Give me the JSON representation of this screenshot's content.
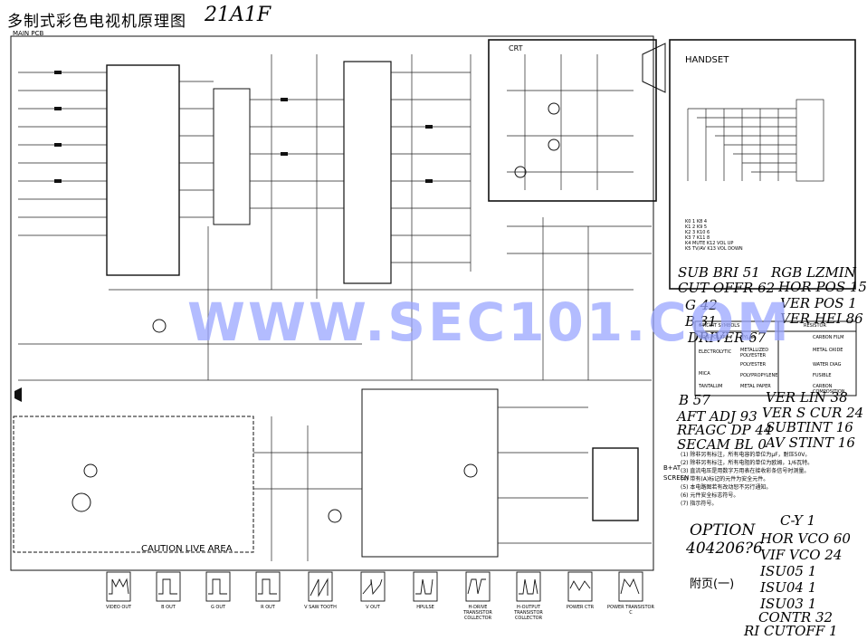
{
  "title": "多制式彩色电视机原理图",
  "model": "21A1F",
  "watermark": "WWW.SEC101.COM",
  "sections": {
    "main_pcb": "MAIN PCB",
    "crt": "CRT",
    "handset": "HANDSET",
    "caution": "CAUTION LIVE AREA",
    "appendix": "附页(一)"
  },
  "handwritten_settings_right": [
    "SUB BRI 51",
    "CUT OFFR 62",
    "G 42",
    "B 31",
    "DRIVER 67"
  ],
  "handwritten_settings_far_right": [
    "RGB LZMIN",
    "HOR POS 15",
    "VER POS 1",
    "VER HEI 86"
  ],
  "handwritten_settings_mid_left": [
    "B 57",
    "AFT ADJ 93",
    "RFAGC DP 44",
    "SECAM BL 0"
  ],
  "handwritten_settings_mid_right": [
    "VER LIN 38",
    "VER S CUR 24",
    "SUBTINT 16",
    "AV STINT 16"
  ],
  "handwritten_option": [
    "OPTION",
    "404206?6"
  ],
  "handwritten_settings_bottom": [
    "C-Y 1",
    "HOR VCO 60",
    "VIF VCO 24",
    "ISU05 1",
    "ISU04 1",
    "ISU03 1",
    "CONTR 32",
    "RI CUTOFF 1"
  ],
  "circuit_symbols": {
    "header_left": "CIRCUIT SYMBOLS",
    "header_right": "RESISTOR",
    "rows": [
      [
        "NYLAR",
        "CARBON FILM"
      ],
      [
        "METALLIZED POLYESTER",
        "METAL OXIDE"
      ],
      [
        "POLYESTER",
        "WATER DIAG"
      ],
      [
        "POLYPROPYLENE",
        "FUSIBLE"
      ],
      [
        "METAL PAPER",
        "CARBON COMPOSITION"
      ]
    ],
    "left_labels": [
      "NON-POLAR",
      "ELECTROLYTIC",
      "MICA",
      "TANTALUM"
    ]
  },
  "notes": [
    "(1) 除非另有标注，所有电容的单位为μF，耐压50V。",
    "(2) 除非另有标注，所有电阻的单位为欧姆，1/6瓦特。",
    "(3) 直流电压是用数字万用表在接收彩条信号时测量。",
    "(4) 带有(A)标记的元件为安全元件。",
    "(5) 本电路图若有改动恕不另行通知。",
    "(6) 元件安全标志符号。",
    "(7) 指示符号。"
  ],
  "waveforms": [
    "VIDEO OUT",
    "B OUT",
    "G OUT",
    "R OUT",
    "V SAW TOOTH",
    "V OUT",
    "HPULSE",
    "H-DRIVE TRANSISTOR COLLECTOR",
    "H-OUTPUT TRANSISTOR COLLECTOR",
    "POWER CTR",
    "POWER TRANSISTOR C"
  ],
  "right_terminals": [
    "B+AT",
    "SCREEN"
  ],
  "handset_keys": [
    "K0 1 K8 4",
    "K1 2 K9 5",
    "K2 3 K10 6",
    "K3 7 K11 8",
    "K4 MUTE K12 VOL UP",
    "K5 TV/AV K13 VOL DOWN"
  ],
  "colors": {
    "ink": "#111111",
    "watermark": "#9aa6ff",
    "paper": "#ffffff"
  }
}
